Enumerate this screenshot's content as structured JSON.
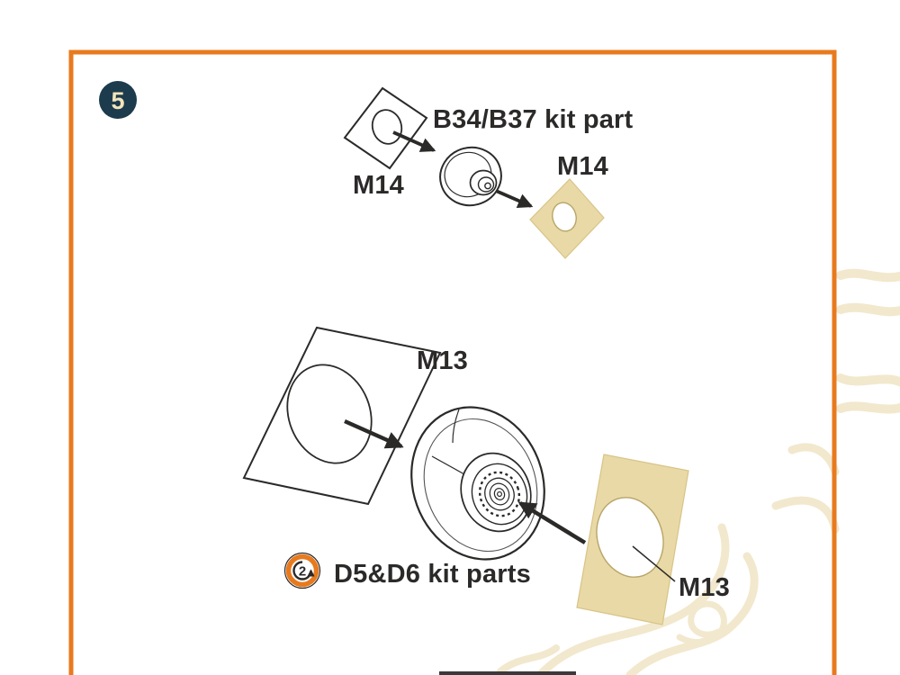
{
  "step": {
    "number": "5"
  },
  "top_assembly": {
    "left_mask_label": "M14",
    "kit_part_label": "B34/B37 kit part",
    "right_mask_label": "M14"
  },
  "bottom_assembly": {
    "left_mask_label": "M13",
    "right_mask_label": "M13",
    "quantity_badge": "2",
    "kit_part_label": "D5&D6 kit parts"
  },
  "icons": {
    "step_badge": "step-number-circle",
    "quantity_badge": "circular-arrow-repeat"
  },
  "colors": {
    "frame_orange": "#E87A1E",
    "mask_tan": "#E9D9A6",
    "step_badge_navy": "#1C3B4D",
    "step_badge_text": "#F2E4BB",
    "line_ink": "#2B2A29",
    "watermark_tan": "#F2E8CD"
  }
}
